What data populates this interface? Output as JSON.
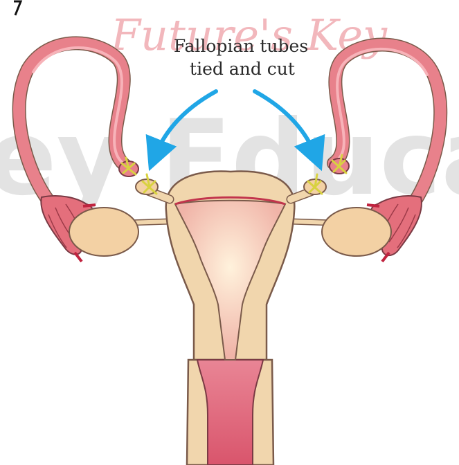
{
  "figure": {
    "label_line1": "Fallopian tubes",
    "label_line2": "tied and cut"
  },
  "watermark": {
    "script_text": "Future's Key",
    "big_text": "ey Educa"
  },
  "colors": {
    "background": "#ffffff",
    "tube": "#e8818b",
    "tube_dark": "#d96a76",
    "fimbriae": "#e46f7c",
    "ovary": "#f3d1a4",
    "uterus_wall": "#f1d6ad",
    "uterus_cavity": "#f5c9b8",
    "cervix": "#dd6176",
    "thread": "#d8d240",
    "arrow": "#20a6e6",
    "outline": "#7a5a4a"
  }
}
